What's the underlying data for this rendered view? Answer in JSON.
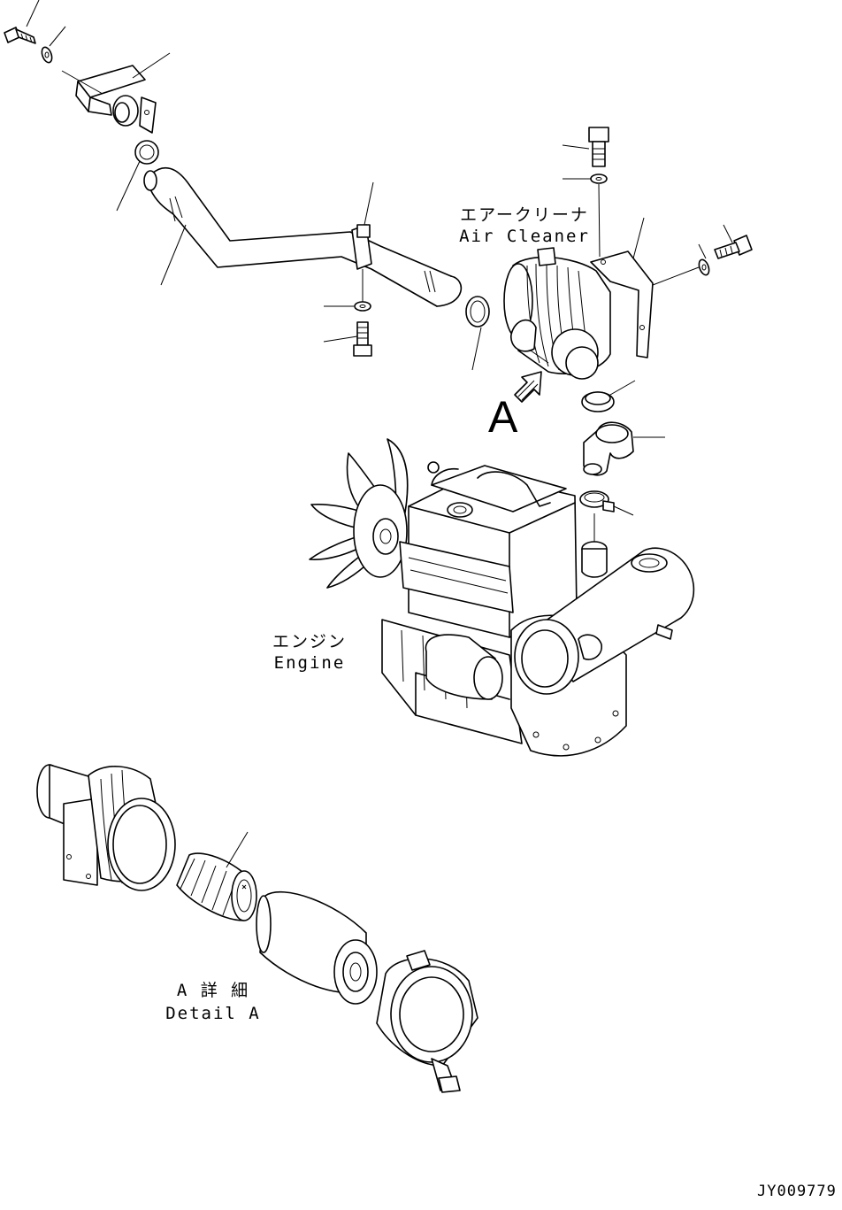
{
  "labels": {
    "air_cleaner_jp": "エアークリーナ",
    "air_cleaner_en": "Air Cleaner",
    "view_arrow": "A",
    "engine_jp": "エンジン",
    "engine_en": "Engine",
    "detail_jp": "A 詳 細",
    "detail_en": "Detail A"
  },
  "drawing_code": "JY009779"
}
